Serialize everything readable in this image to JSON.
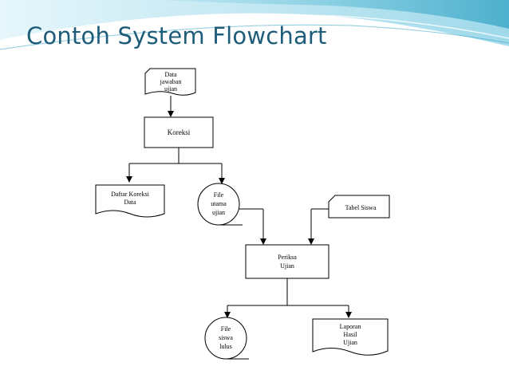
{
  "slide": {
    "title": "Contoh System Flowchart"
  },
  "flowchart": {
    "input_doc": [
      "Data",
      "jawaban",
      "ujian"
    ],
    "process_koreksi": [
      "Koreksi"
    ],
    "output_daftar": [
      "Daftar Koreksi",
      "Data"
    ],
    "file_utama": [
      "File",
      "utama",
      "ujian"
    ],
    "doc_tabel_siswa": [
      "Tabel Siswa"
    ],
    "process_periksa": [
      "Periksa",
      "Ujian"
    ],
    "file_lulus": [
      "File",
      "siswa",
      "lulus"
    ],
    "output_laporan": [
      "Laporan",
      "Hasil",
      "Ujian"
    ]
  },
  "colors": {
    "title": "#1e5d7a",
    "header_band": "#4fb8d2",
    "header_light": "#cdeef6"
  }
}
